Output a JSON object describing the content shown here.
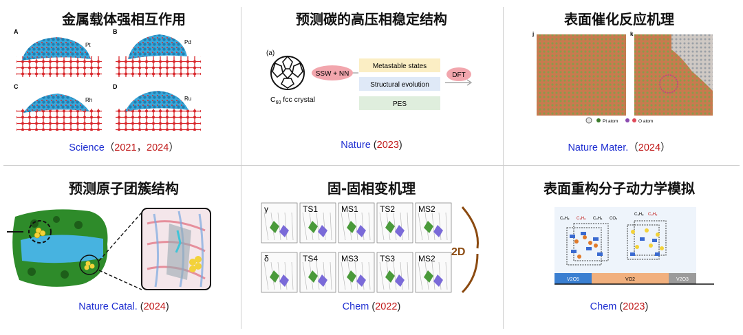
{
  "panels": [
    {
      "title": "金属载体强相互作用",
      "journal": "Science",
      "open": "（",
      "years": [
        "2021",
        "2024"
      ],
      "sep": "，",
      "close": "）",
      "subfig_letters": [
        "A",
        "B",
        "C",
        "D"
      ],
      "metals": [
        "Pt",
        "Pd",
        "Rh",
        "Ru"
      ]
    },
    {
      "title": "预测碳的高压相稳定结构",
      "journal": "Nature",
      "open": " (",
      "years": [
        "2023"
      ],
      "close": ")",
      "fig_label": "(a)",
      "crystal_label": "C60 fcc crystal",
      "crystal_main": "C",
      "crystal_sub": "60",
      "crystal_rest": " fcc crystal",
      "method1": "SSW + NN",
      "boxes": [
        "Metastable states",
        "Structural evolution",
        "PES"
      ],
      "method2": "DFT"
    },
    {
      "title": "表面催化反应机理",
      "journal": "Nature Mater.",
      "open": "（",
      "years": [
        "2024"
      ],
      "close": "）",
      "subfig_letters": [
        "j",
        "k"
      ],
      "legend": [
        "Pt atom",
        "O atom"
      ]
    },
    {
      "title": "预测原子团簇结构",
      "journal": "Nature Catal.",
      "open": " (",
      "years": [
        "2024"
      ],
      "close": ")"
    },
    {
      "title": "固-固相变机理",
      "journal": "Chem",
      "open": " (",
      "years": [
        "2022"
      ],
      "close": ")",
      "row1": [
        "γ",
        "TS1",
        "MS1",
        "TS2",
        "MS2"
      ],
      "row2": [
        "δ",
        "TS4",
        "MS3",
        "TS3",
        "MS2"
      ],
      "dim_label": "2D"
    },
    {
      "title": "表面重构分子动力学模拟",
      "journal": "Chem",
      "open": " (",
      "years": [
        "2023"
      ],
      "close": ")",
      "bars": [
        "V2O5",
        "VO2",
        "V2O3"
      ]
    }
  ],
  "colors": {
    "journal": "#1f2fd1",
    "year": "#c01818",
    "oxygen": "#d8262b",
    "metal": "#3aa6d8",
    "box_yellow": "#fbeec4",
    "box_blue": "#dfe9f7",
    "box_green": "#dfeedd",
    "bubble": "#f2a6ad",
    "zeolite_green": "#2e8b2a",
    "cluster_yellow": "#f3d23a",
    "bar_blue": "#3a7fd1",
    "bar_orange": "#f1b07e",
    "bar_gray": "#9b9b9b",
    "arc": "#8b4a10"
  }
}
